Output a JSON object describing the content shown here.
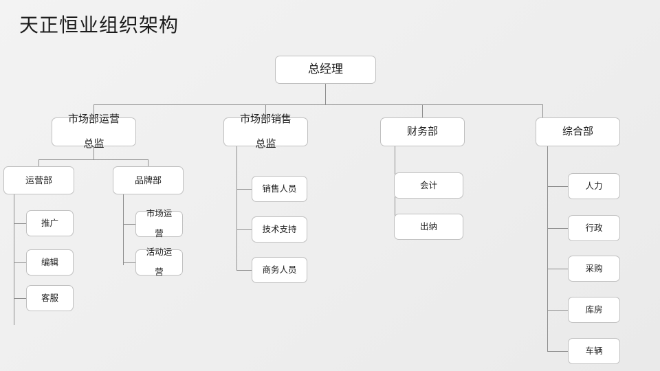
{
  "title": "天正恒业组织架构",
  "chart_data": {
    "type": "diagram",
    "diagram_kind": "org-chart",
    "title": "天正恒业组织架构",
    "orientation": "top-down with left-hanging sub-branches",
    "root": "总经理",
    "levels": 4,
    "node_count": 23,
    "nodes": {
      "root": {
        "label": "总经理"
      },
      "level2": [
        {
          "label": "市场部运营总监",
          "lines": [
            "市场部运营",
            "总监"
          ]
        },
        {
          "label": "市场部销售总监",
          "lines": [
            "市场部销售",
            "总监"
          ]
        },
        {
          "label": "财务部",
          "lines": [
            "财务部"
          ]
        },
        {
          "label": "综合部",
          "lines": [
            "综合部"
          ]
        }
      ],
      "level3": [
        {
          "label": "运营部",
          "lines": [
            "运营部"
          ],
          "parent": "市场部运营总监"
        },
        {
          "label": "品牌部",
          "lines": [
            "品牌部"
          ],
          "parent": "市场部运营总监"
        }
      ],
      "leaves": {
        "运营部": [
          {
            "label": "推广",
            "lines": [
              "推广"
            ]
          },
          {
            "label": "编辑",
            "lines": [
              "编辑"
            ]
          },
          {
            "label": "客服",
            "lines": [
              "客服"
            ]
          }
        ],
        "品牌部": [
          {
            "label": "市场运营",
            "lines": [
              "市场运",
              "营"
            ]
          },
          {
            "label": "活动运营",
            "lines": [
              "活动运",
              "营"
            ]
          }
        ],
        "市场部销售总监": [
          {
            "label": "销售人员",
            "lines": [
              "销售人员"
            ]
          },
          {
            "label": "技术支持",
            "lines": [
              "技术支持"
            ]
          },
          {
            "label": "商务人员",
            "lines": [
              "商务人员"
            ]
          }
        ],
        "财务部": [
          {
            "label": "会计",
            "lines": [
              "会计"
            ]
          },
          {
            "label": "出纳",
            "lines": [
              "出纳"
            ]
          }
        ],
        "综合部": [
          {
            "label": "人力",
            "lines": [
              "人力"
            ]
          },
          {
            "label": "行政",
            "lines": [
              "行政"
            ]
          },
          {
            "label": "采购",
            "lines": [
              "采购"
            ]
          },
          {
            "label": "库房",
            "lines": [
              "库房"
            ]
          },
          {
            "label": "车辆",
            "lines": [
              "车辆"
            ]
          }
        ]
      }
    },
    "colors": {
      "background": "#f0f0f0",
      "node_fill": "#ffffff",
      "node_border": "#bfbfbf",
      "connector": "#8c8c8c",
      "text": "#1c1c1c"
    }
  }
}
